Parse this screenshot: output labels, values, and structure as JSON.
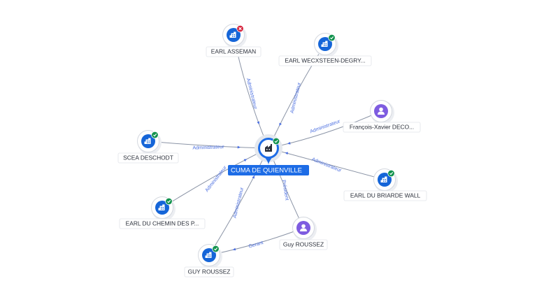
{
  "graph": {
    "center": {
      "label": "CUMA DE QUIENVILLE",
      "icon": "factory-icon",
      "status": "active"
    },
    "nodes": [
      {
        "id": "earl-asseman",
        "label": "EARL ASSEMAN",
        "type": "company",
        "icon": "building-icon",
        "status": "closed"
      },
      {
        "id": "earl-wecxsteen",
        "label": "EARL WECXSTEEN-DEGRY...",
        "type": "company",
        "icon": "building-icon",
        "status": "active"
      },
      {
        "id": "francois-xavier",
        "label": "François-Xavier DECO...",
        "type": "person",
        "icon": "person-icon",
        "status": ""
      },
      {
        "id": "scea-deschodt",
        "label": "SCEA DESCHODT",
        "type": "company",
        "icon": "building-icon",
        "status": "active"
      },
      {
        "id": "earl-briarde",
        "label": "EARL DU BRIARDE WALL",
        "type": "company",
        "icon": "building-icon",
        "status": "active"
      },
      {
        "id": "earl-chemin",
        "label": "EARL DU CHEMIN DES P...",
        "type": "company",
        "icon": "building-icon",
        "status": "active"
      },
      {
        "id": "guy-roussez-person",
        "label": "Guy ROUSSEZ",
        "type": "person",
        "icon": "person-icon",
        "status": ""
      },
      {
        "id": "guy-roussez-company",
        "label": "GUY ROUSSEZ",
        "type": "company",
        "icon": "building-icon",
        "status": "active"
      }
    ],
    "edges": [
      {
        "from": "earl-asseman",
        "to": "center",
        "label": "Administrateur"
      },
      {
        "from": "earl-wecxsteen",
        "to": "center",
        "label": "Administrateur"
      },
      {
        "from": "francois-xavier",
        "to": "center",
        "label": "Administrateur"
      },
      {
        "from": "scea-deschodt",
        "to": "center",
        "label": "Administrateur"
      },
      {
        "from": "earl-briarde",
        "to": "center",
        "label": "Administrateur"
      },
      {
        "from": "earl-chemin",
        "to": "center",
        "label": "Administrateur"
      },
      {
        "from": "guy-roussez-company",
        "to": "center",
        "label": "Administrateur"
      },
      {
        "from": "guy-roussez-person",
        "to": "center",
        "label": "Président"
      },
      {
        "from": "guy-roussez-person",
        "to": "guy-roussez-company",
        "label": "Gerant"
      }
    ]
  },
  "colors": {
    "company": "#1565d8",
    "person": "#7e5ce0",
    "status_active": "#11924d",
    "status_closed": "#d6243d",
    "center_label_bg": "#1d6ce6",
    "edge_label": "#4a6ee0"
  }
}
